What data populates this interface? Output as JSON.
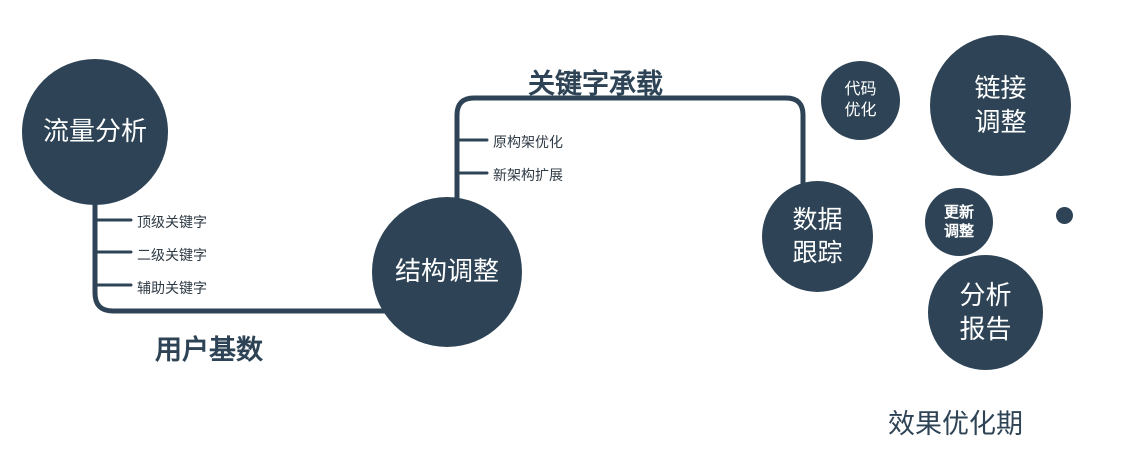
{
  "colors": {
    "primary": "#2e4456",
    "background": "#ffffff",
    "node_text": "#ffffff"
  },
  "nodes": {
    "traffic": {
      "label": "流量分析"
    },
    "structure": {
      "label": "结构调整"
    },
    "tracking": {
      "line1": "数据",
      "line2": "跟踪"
    },
    "code": {
      "line1": "代码",
      "line2": "优化"
    },
    "link": {
      "line1": "链接",
      "line2": "调整"
    },
    "update": {
      "line1": "更新",
      "line2": "调整"
    },
    "report": {
      "line1": "分析",
      "line2": "报告"
    }
  },
  "edges": {
    "user_base_label": "用户基数",
    "keyword_label": "关键字承载"
  },
  "branches": {
    "traffic": [
      "顶级关键字",
      "二级关键字",
      "辅助关键字"
    ],
    "structure": [
      "原构架优化",
      "新架构扩展"
    ]
  },
  "caption": "效果优化期"
}
